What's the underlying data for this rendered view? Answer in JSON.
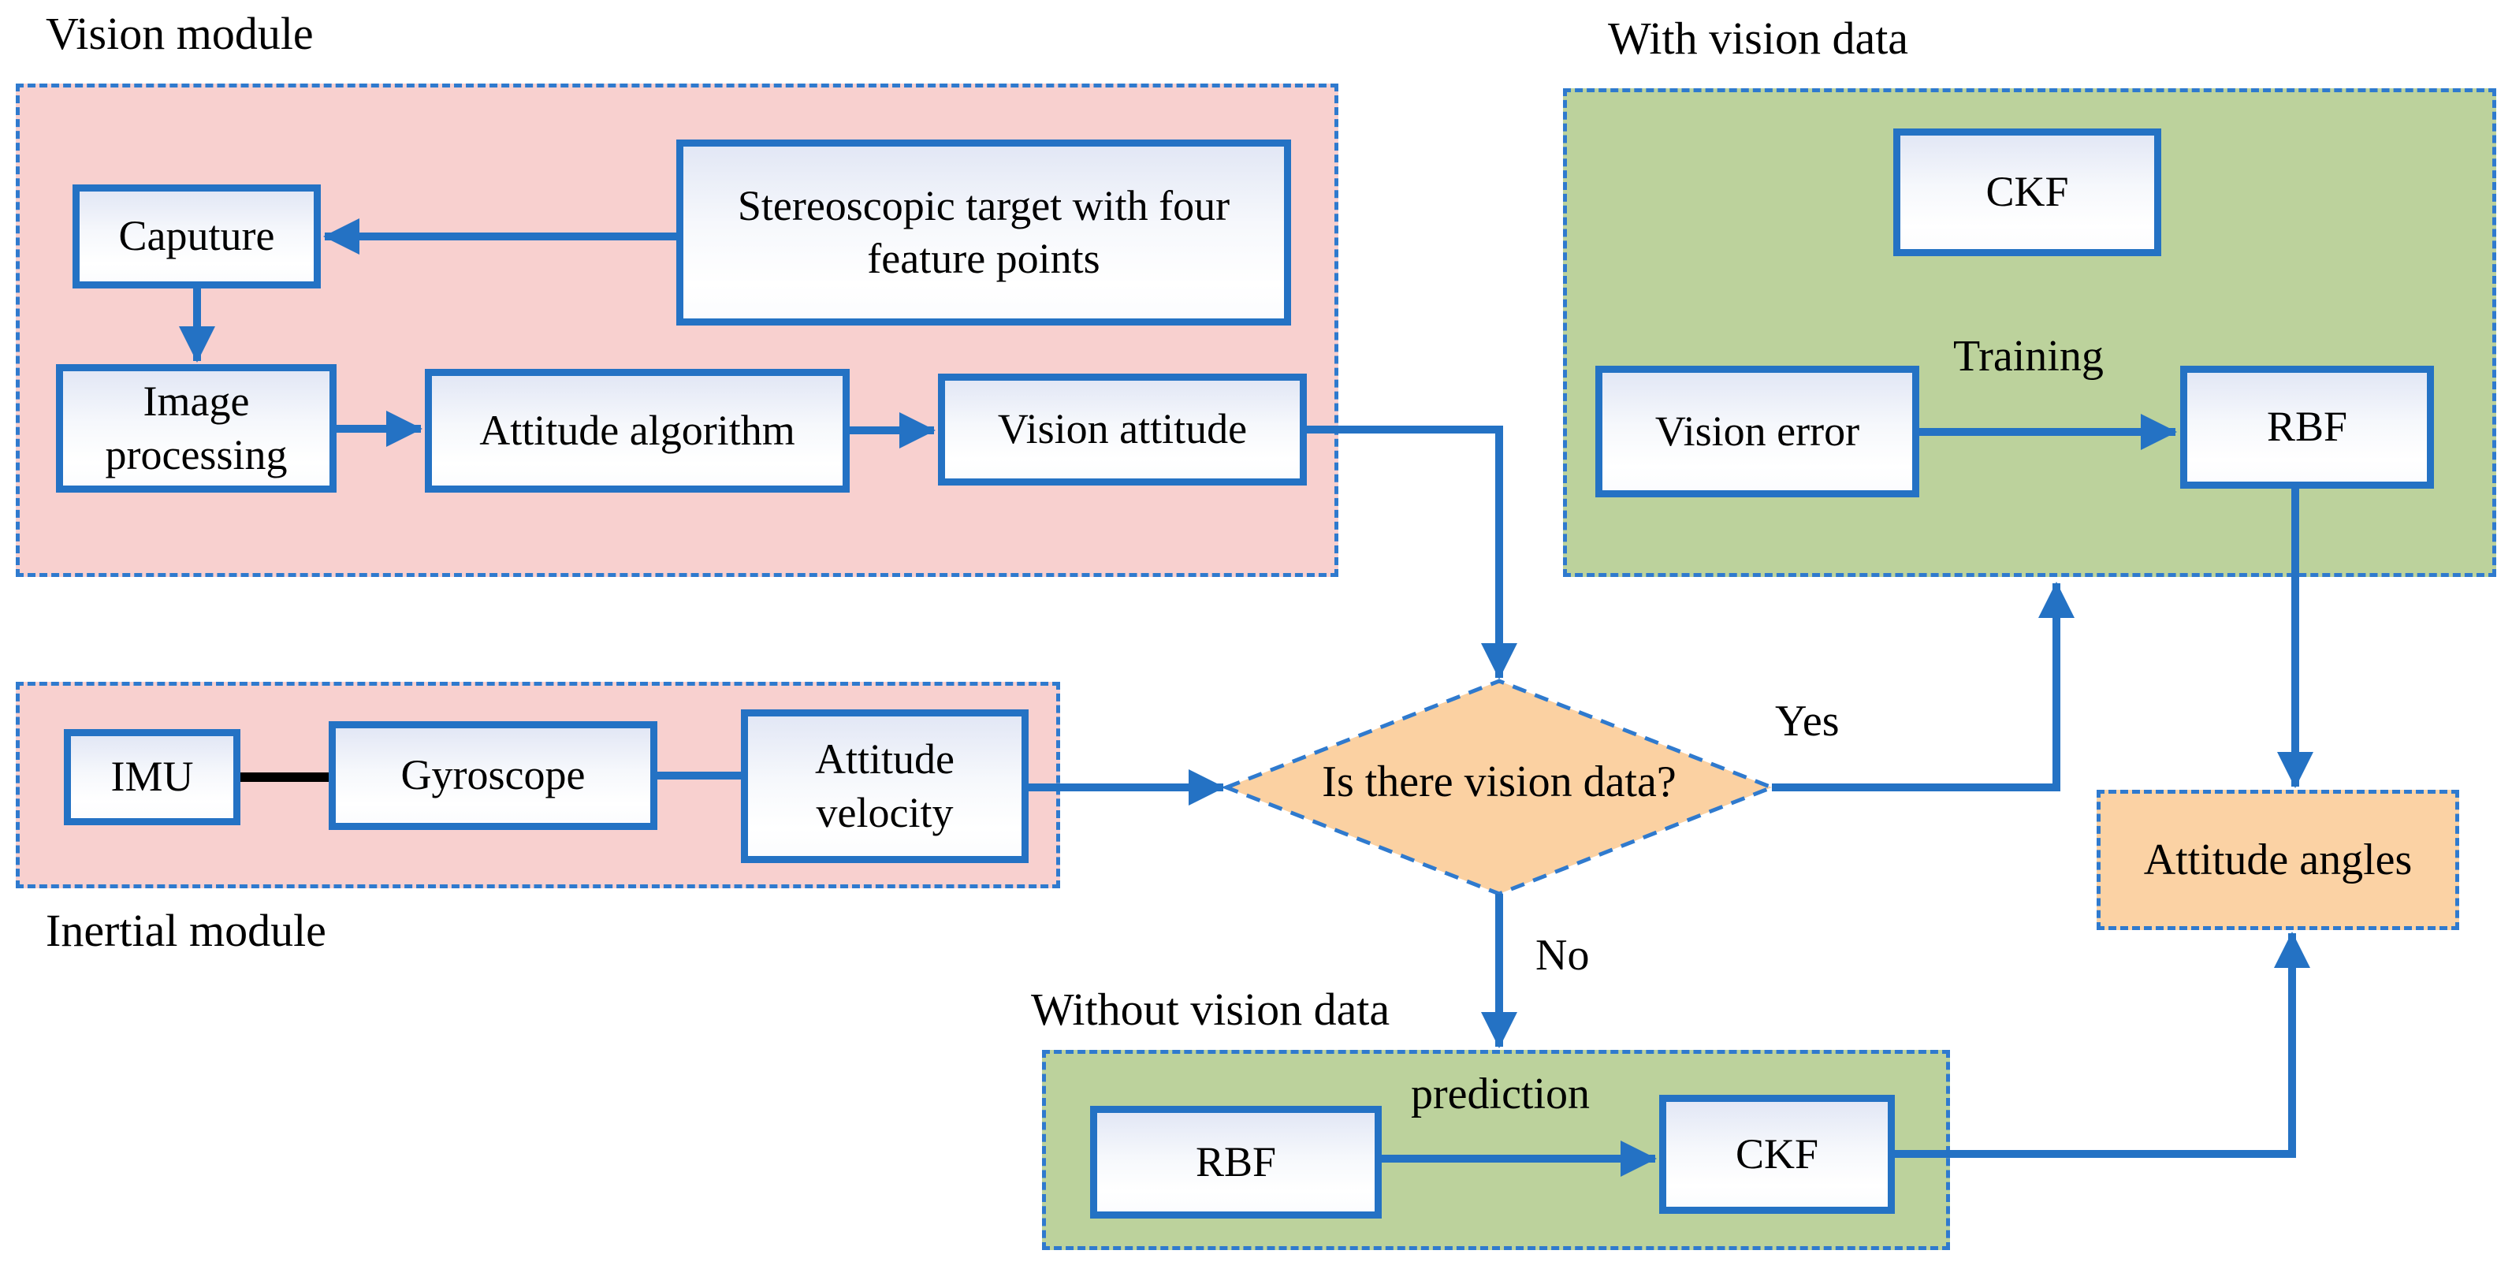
{
  "modules": {
    "vision": {
      "label": "Vision module"
    },
    "inertial": {
      "label": "Inertial module"
    },
    "with_vision": {
      "label": "With vision data"
    },
    "without_vision": {
      "label": "Without vision data"
    }
  },
  "nodes": {
    "capture": "Caputure",
    "stereo_target": "Stereoscopic target with four feature points",
    "image_processing": "Image processing",
    "attitude_algorithm": "Attitude algorithm",
    "vision_attitude": "Vision attitude",
    "ckf_top": "CKF",
    "vision_error": "Vision error",
    "rbf_top": "RBF",
    "imu": "IMU",
    "gyroscope": "Gyroscope",
    "attitude_velocity": "Attitude velocity",
    "rbf_bottom": "RBF",
    "ckf_bottom": "CKF"
  },
  "decision": {
    "label": "Is there vision data?"
  },
  "result": {
    "label": "Attitude angles"
  },
  "edge_labels": {
    "yes": "Yes",
    "no": "No",
    "training": "Training",
    "prediction": "prediction"
  },
  "edges": [
    {
      "from": "stereo_target",
      "to": "capture"
    },
    {
      "from": "capture",
      "to": "image_processing"
    },
    {
      "from": "image_processing",
      "to": "attitude_algorithm"
    },
    {
      "from": "attitude_algorithm",
      "to": "vision_attitude"
    },
    {
      "from": "vision_attitude",
      "to": "decision"
    },
    {
      "from": "imu",
      "to": "gyroscope",
      "style": "plain-black"
    },
    {
      "from": "gyroscope",
      "to": "attitude_velocity",
      "style": "plain-blue"
    },
    {
      "from": "attitude_velocity",
      "to": "decision"
    },
    {
      "from": "decision",
      "to": "with_vision_module",
      "label": "Yes"
    },
    {
      "from": "decision",
      "to": "without_vision_module",
      "label": "No"
    },
    {
      "from": "vision_error",
      "to": "rbf_top",
      "label": "Training"
    },
    {
      "from": "rbf_top",
      "to": "attitude_angles"
    },
    {
      "from": "rbf_bottom",
      "to": "ckf_bottom",
      "label": "prediction"
    },
    {
      "from": "ckf_bottom",
      "to": "attitude_angles"
    }
  ],
  "colors": {
    "module_pink": "#f8d0cf",
    "module_green": "#bcd29c",
    "diamond_orange": "#fbd1a2",
    "result_orange": "#fbd2a4",
    "accent_blue": "#2472c4",
    "dashed_border_blue": "#2f7ace",
    "connector_black": "#000000",
    "node_fill_top": "#e2e7f5",
    "text": "#000000"
  }
}
